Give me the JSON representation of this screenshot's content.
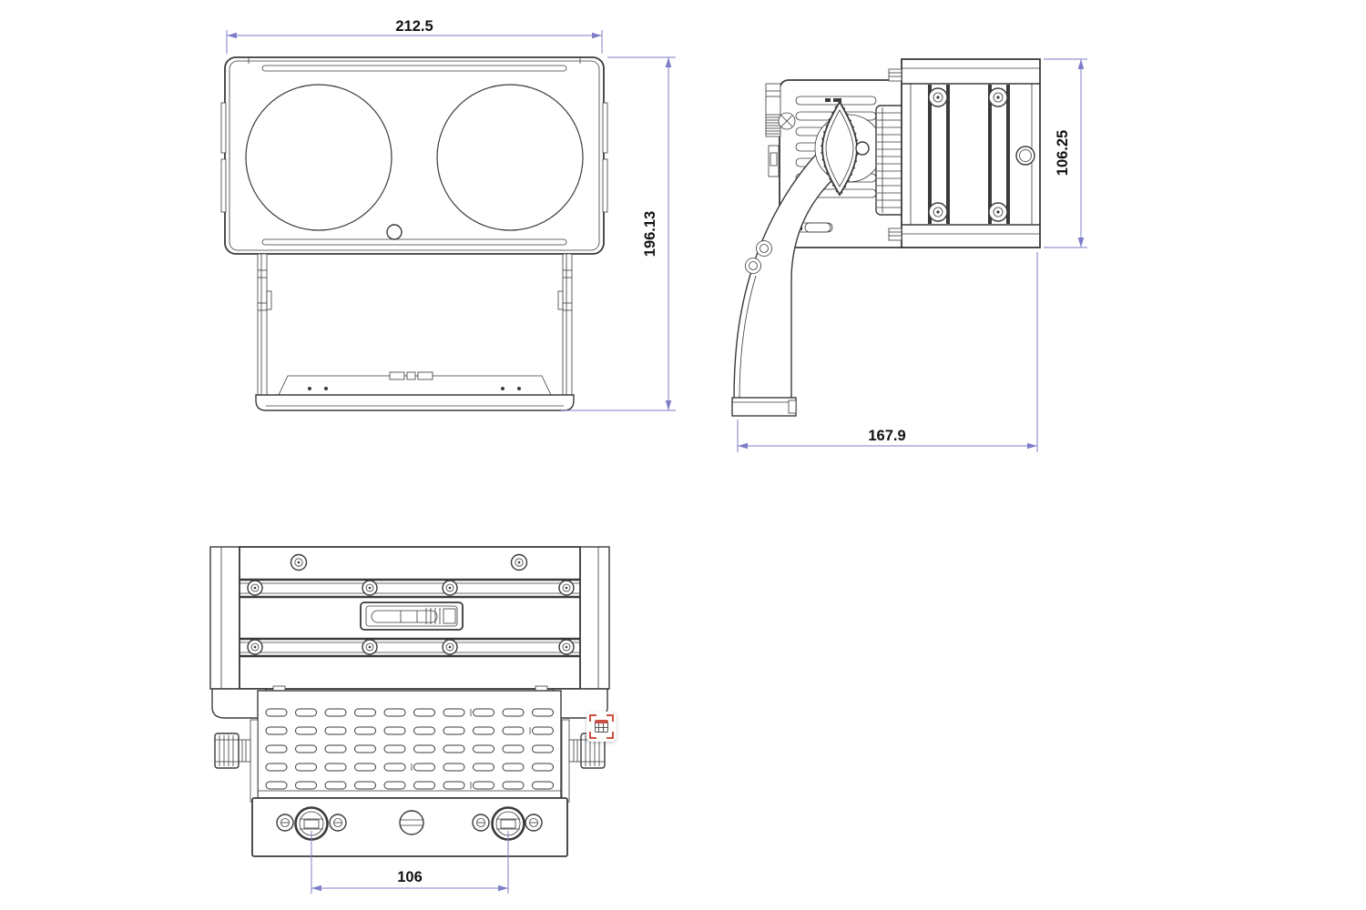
{
  "dimensions": {
    "front_width": "212.5",
    "front_height": "196.13",
    "side_height": "106.25",
    "side_depth": "167.9",
    "bottom_knob_spacing": "106"
  },
  "colors": {
    "line": "#3a3a3a",
    "dimension": "#7e7ec9",
    "text": "#111111",
    "background": "#ffffff",
    "scan_accent": "#cc4f43",
    "scan_glyph": "#555555"
  },
  "icons": {
    "overlay": "grid-scan-icon"
  }
}
